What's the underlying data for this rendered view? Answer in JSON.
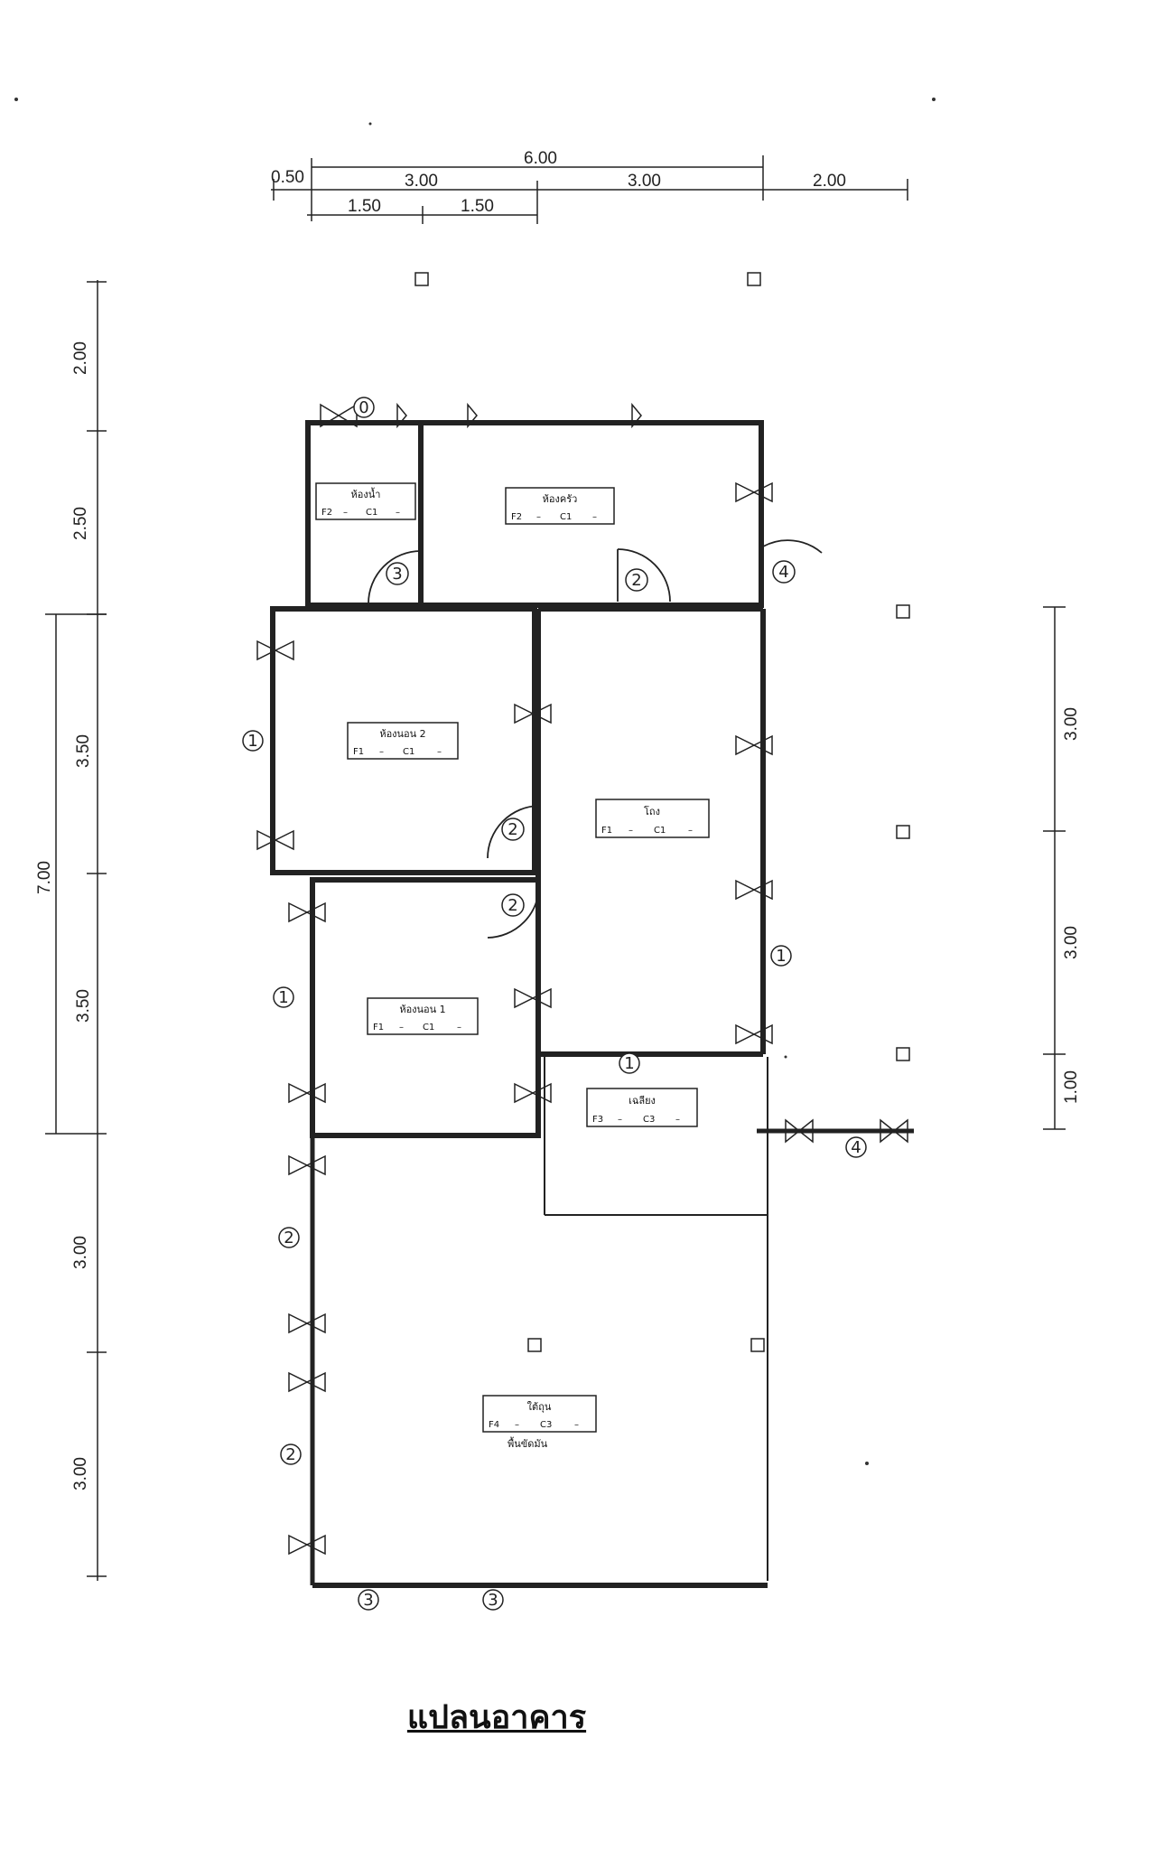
{
  "title": "แปลนอาคาร",
  "dimensions": {
    "top_total": "6.00",
    "top_left_offset": "0.50",
    "top_left_span": "3.00",
    "top_right_span": "3.00",
    "top_extension": "2.00",
    "top_sub_a": "1.50",
    "top_sub_b": "1.50",
    "left_1": "2.00",
    "left_2": "2.50",
    "left_3": "3.50",
    "left_total_7": "7.00",
    "left_4": "3.50",
    "left_5": "3.00",
    "left_6": "3.00",
    "right_1": "3.00",
    "right_2": "3.00",
    "right_3": "1.00"
  },
  "rooms": {
    "bathroom": {
      "name": "ห้องน้ำ",
      "floor": "F2",
      "c1": "–",
      "code": "C1",
      "c2": "–"
    },
    "kitchen": {
      "name": "ห้องครัว",
      "floor": "F2",
      "c1": "–",
      "code": "C1",
      "c2": "–"
    },
    "bedroom2": {
      "name": "ห้องนอน 2",
      "floor": "F1",
      "c1": "–",
      "code": "C1",
      "c2": "–"
    },
    "hall": {
      "name": "โถง",
      "floor": "F1",
      "c1": "–",
      "code": "C1",
      "c2": "–"
    },
    "bedroom1": {
      "name": "ห้องนอน 1",
      "floor": "F1",
      "c1": "–",
      "code": "C1",
      "c2": "–"
    },
    "porch": {
      "name": "เฉลียง",
      "floor": "F3",
      "c1": "–",
      "code": "C3",
      "c2": "–"
    },
    "parking": {
      "name": "ใต้ถุน",
      "floor": "F4",
      "c1": "–",
      "code": "C3",
      "c2": "–",
      "note": "พื้นขัดมัน"
    }
  },
  "markers": {
    "window_type_1": "1",
    "window_type_2": "2",
    "window_type_3": "3",
    "door_type_2": "2",
    "door_type_3": "3",
    "door_type_4": "4",
    "top_symbol": "0"
  }
}
